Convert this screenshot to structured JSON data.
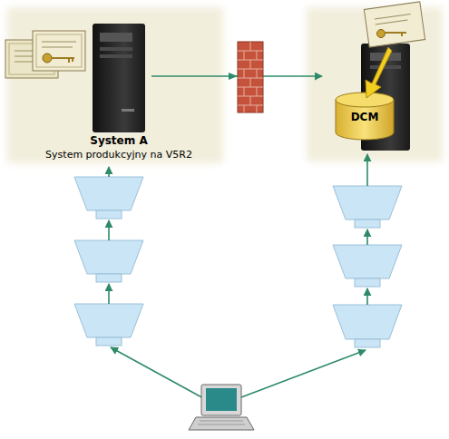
{
  "diagram": {
    "nodes": [
      {
        "text": [
          "System A",
          "System produkcyjny na V5R2"
        ]
      },
      {
        "text": [
          "DCM"
        ]
      }
    ],
    "edges": [
      {
        "from": 0,
        "to": 1,
        "arrow": "to"
      }
    ]
  }
}
